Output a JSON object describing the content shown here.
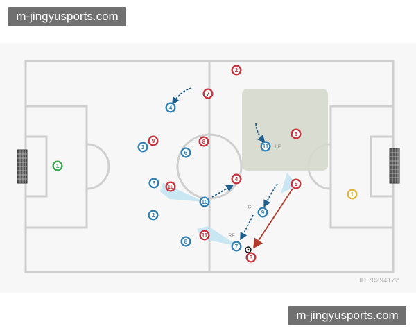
{
  "watermark": {
    "text": "m-jingyusports.com"
  },
  "colors": {
    "blue": "#2e7fb4",
    "red": "#c8303a",
    "green": "#3aa84b",
    "yellow": "#e0b53a",
    "arrow_blue": "#1f5f8e",
    "arrow_red": "#b33a2a",
    "zone": "#d5d8cb"
  },
  "players": [
    {
      "num": "2",
      "team": "red"
    },
    {
      "num": "7",
      "team": "red"
    },
    {
      "num": "4",
      "team": "blue"
    },
    {
      "num": "6",
      "team": "red"
    },
    {
      "num": "11",
      "team": "blue",
      "label": "LF"
    },
    {
      "num": "9",
      "team": "red"
    },
    {
      "num": "8",
      "team": "red"
    },
    {
      "num": "3",
      "team": "blue"
    },
    {
      "num": "6",
      "team": "blue"
    },
    {
      "num": "1",
      "team": "green"
    },
    {
      "num": "5",
      "team": "blue"
    },
    {
      "num": "10",
      "team": "red"
    },
    {
      "num": "4",
      "team": "red"
    },
    {
      "num": "5",
      "team": "red"
    },
    {
      "num": "10",
      "team": "blue"
    },
    {
      "num": "9",
      "team": "blue",
      "label": "CF"
    },
    {
      "num": "1",
      "team": "yellow"
    },
    {
      "num": "2",
      "team": "blue"
    },
    {
      "num": "11",
      "team": "red"
    },
    {
      "num": "7",
      "team": "blue",
      "label": "RF"
    },
    {
      "num": "8",
      "team": "blue"
    },
    {
      "num": "3",
      "team": "red"
    }
  ],
  "corner_mark": {
    "text": "ID:70294172"
  }
}
